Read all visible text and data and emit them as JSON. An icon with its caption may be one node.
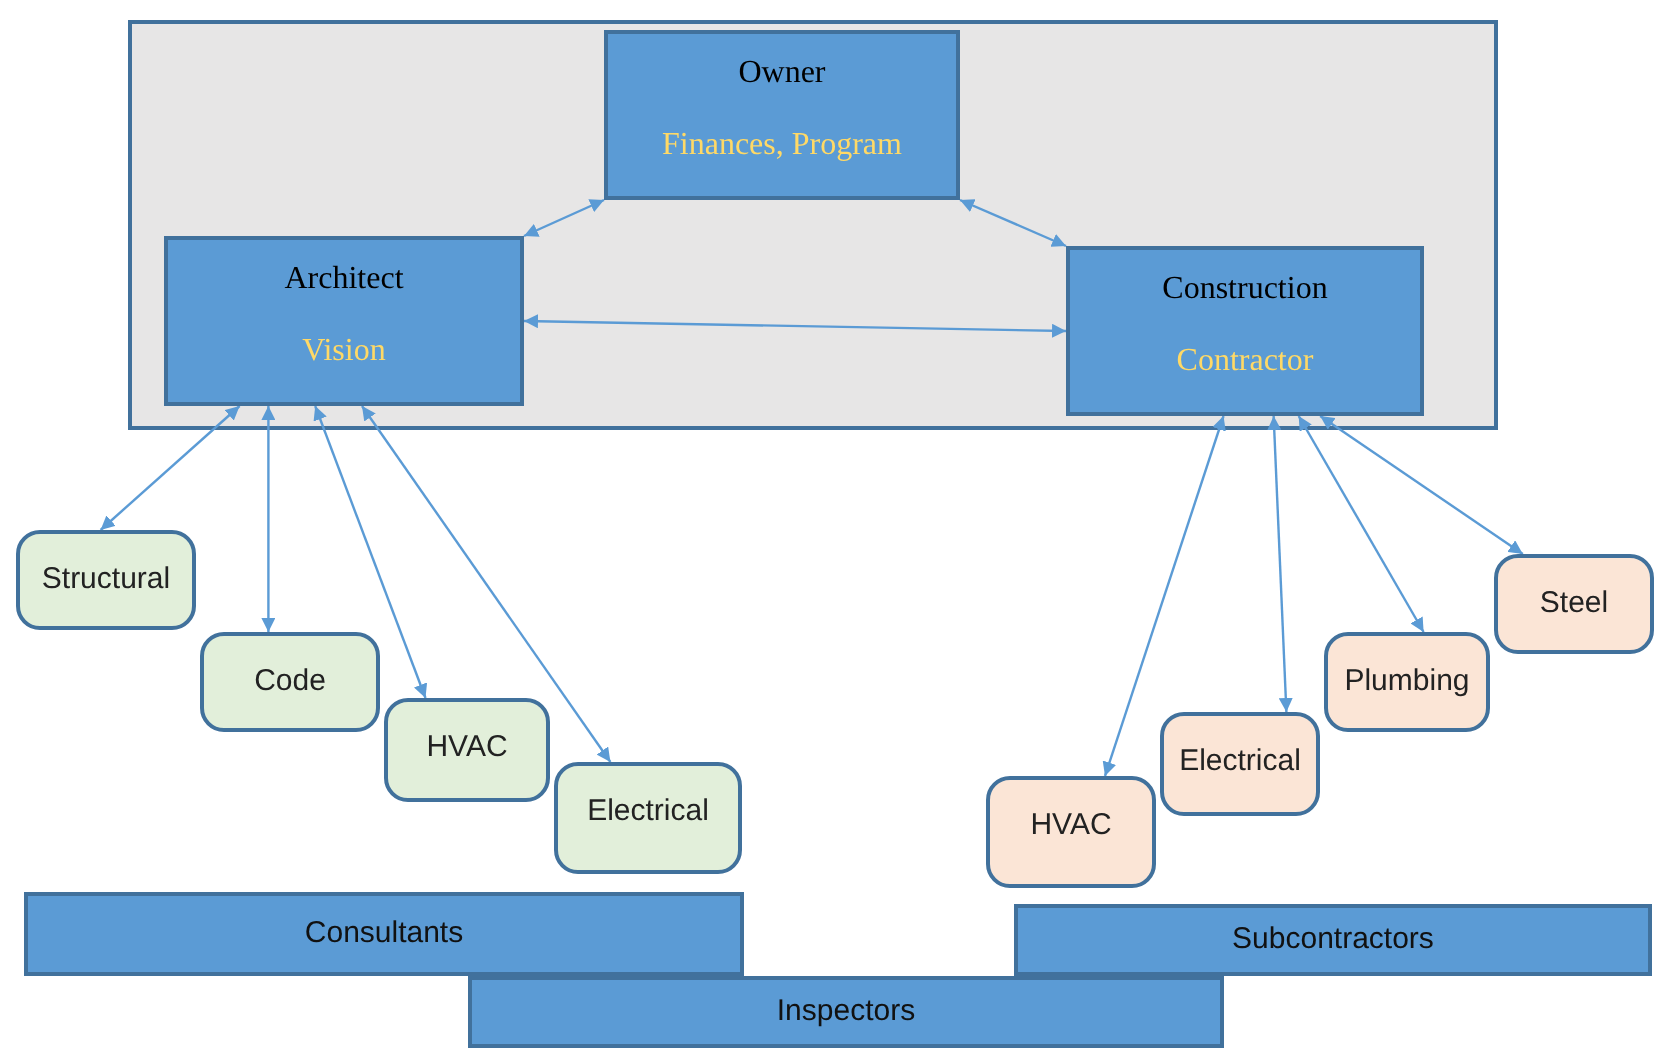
{
  "diagram": {
    "nodes": [
      {
        "text": [],
        "shape": "box"
      },
      {
        "text": [
          "Owner",
          "Finances, Program"
        ],
        "in": 0
      },
      {
        "text": [
          "Architect",
          "Vision"
        ],
        "in": 0
      },
      {
        "text": [
          "Construction",
          "Contractor"
        ],
        "in": 0
      },
      {
        "text": [
          "Structural"
        ]
      },
      {
        "text": [
          "Code"
        ]
      },
      {
        "text": [
          "HVAC"
        ]
      },
      {
        "text": [
          "Electrical"
        ]
      },
      {
        "text": [
          "HVAC"
        ]
      },
      {
        "text": [
          "Electrical"
        ]
      },
      {
        "text": [
          "Plumbing"
        ]
      },
      {
        "text": [
          "Steel"
        ]
      },
      {
        "text": [
          "Consultants"
        ]
      },
      {
        "text": [
          "Subcontractors"
        ]
      },
      {
        "text": [
          "Inspectors"
        ]
      }
    ],
    "edges": [
      {
        "from": 2,
        "to": 1,
        "arrow": "both"
      },
      {
        "from": 1,
        "to": 3,
        "arrow": "both"
      },
      {
        "from": 2,
        "to": 3,
        "arrow": "both"
      },
      {
        "from": 2,
        "to": 4,
        "arrow": "both"
      },
      {
        "from": 2,
        "to": 5,
        "arrow": "both"
      },
      {
        "from": 2,
        "to": 6,
        "arrow": "both"
      },
      {
        "from": 2,
        "to": 7,
        "arrow": "both"
      },
      {
        "from": 3,
        "to": 8,
        "arrow": "both"
      },
      {
        "from": 3,
        "to": 9,
        "arrow": "both"
      },
      {
        "from": 3,
        "to": 10,
        "arrow": "both"
      },
      {
        "from": 3,
        "to": 11,
        "arrow": "both"
      }
    ]
  }
}
